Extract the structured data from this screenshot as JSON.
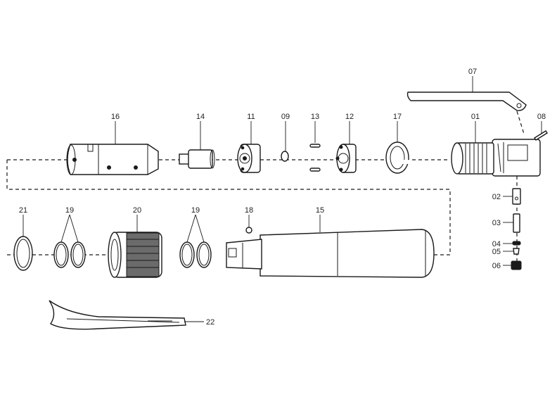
{
  "parts": {
    "p01": "01",
    "p02": "02",
    "p03": "03",
    "p04": "04",
    "p05": "05",
    "p06": "06",
    "p07": "07",
    "p08": "08",
    "p09": "09",
    "p11": "11",
    "p12": "12",
    "p13": "13",
    "p14": "14",
    "p15": "15",
    "p16": "16",
    "p17": "17",
    "p18": "18",
    "p19a": "19",
    "p19b": "19",
    "p20": "20",
    "p21": "21",
    "p22": "22"
  }
}
